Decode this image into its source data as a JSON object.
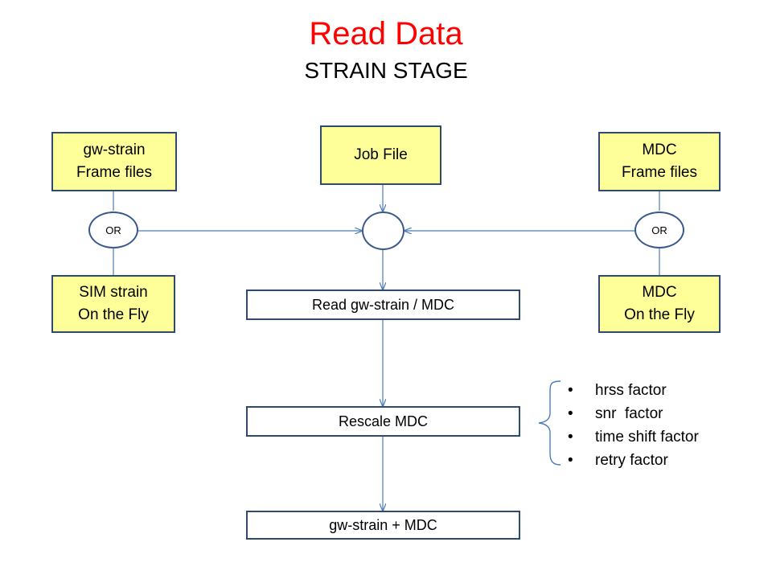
{
  "header": {
    "title": "Read Data",
    "subtitle": "STRAIN STAGE"
  },
  "inputs": {
    "gw_strain_frame": [
      "gw-strain",
      "Frame files"
    ],
    "sim_strain": [
      "SIM strain",
      "On the Fly"
    ],
    "job_file": "Job File",
    "mdc_frame": [
      "MDC",
      "Frame files"
    ],
    "mdc_fly": [
      "MDC",
      "On the Fly"
    ]
  },
  "nodes": {
    "left_or": "OR",
    "right_or": "OR"
  },
  "steps": {
    "read": "Read gw-strain / MDC",
    "rescale": "Rescale MDC",
    "output": "gw-strain + MDC"
  },
  "factors": [
    "hrss factor",
    "snr  factor",
    "time shift factor",
    "retry factor"
  ],
  "colors": {
    "title": "#ff0000",
    "box_fill": "#ffff99",
    "box_border": "#2f4a6e",
    "connector": "#4a7ab8"
  }
}
